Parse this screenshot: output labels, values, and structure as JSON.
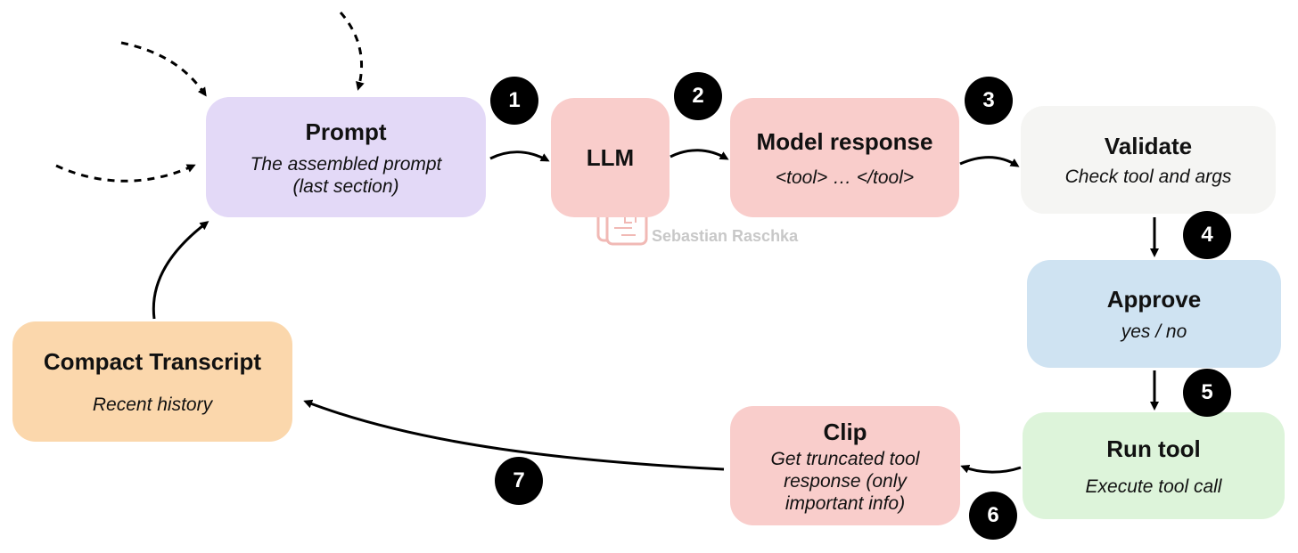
{
  "nodes": {
    "prompt": {
      "title": "Prompt",
      "sub_line1": "The assembled prompt",
      "sub_line2": "(last section)",
      "color": "#e3d9f7"
    },
    "llm": {
      "title": "LLM",
      "color": "#f9cdcb"
    },
    "model_response": {
      "title": "Model response",
      "sub": "<tool> … </tool>",
      "color": "#f9cdcb"
    },
    "validate": {
      "title": "Validate",
      "sub": "Check tool and args",
      "color": "#f5f5f3"
    },
    "approve": {
      "title": "Approve",
      "sub": "yes / no",
      "color": "#cfe3f2"
    },
    "run_tool": {
      "title": "Run tool",
      "sub": "Execute tool call",
      "color": "#ddf4da"
    },
    "clip": {
      "title": "Clip",
      "sub_line1": "Get truncated tool",
      "sub_line2": "response (only",
      "sub_line3": "important info)",
      "color": "#f9cdcb"
    },
    "compact": {
      "title": "Compact Transcript",
      "sub": "Recent history",
      "color": "#fbd7ac"
    }
  },
  "steps": [
    "1",
    "2",
    "3",
    "4",
    "5",
    "6",
    "7"
  ],
  "watermark": "Sebastian Raschka"
}
